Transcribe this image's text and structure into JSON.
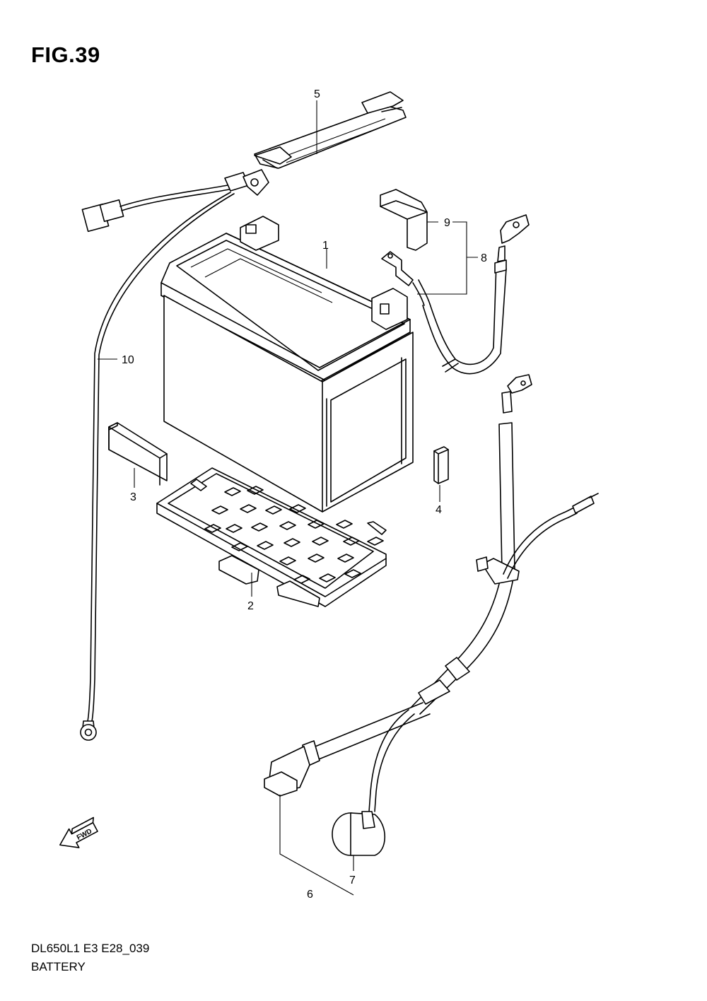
{
  "figure": {
    "title": "FIG.39"
  },
  "footer": {
    "model_code": "DL650L1 E3 E28_039",
    "section_name": "BATTERY"
  },
  "direction_marker": {
    "label": "FWD",
    "icon": "forward-arrow-icon"
  },
  "callouts": [
    {
      "ref": "1"
    },
    {
      "ref": "2"
    },
    {
      "ref": "3"
    },
    {
      "ref": "4"
    },
    {
      "ref": "5"
    },
    {
      "ref": "6"
    },
    {
      "ref": "7"
    },
    {
      "ref": "8"
    },
    {
      "ref": "9"
    },
    {
      "ref": "10"
    }
  ]
}
